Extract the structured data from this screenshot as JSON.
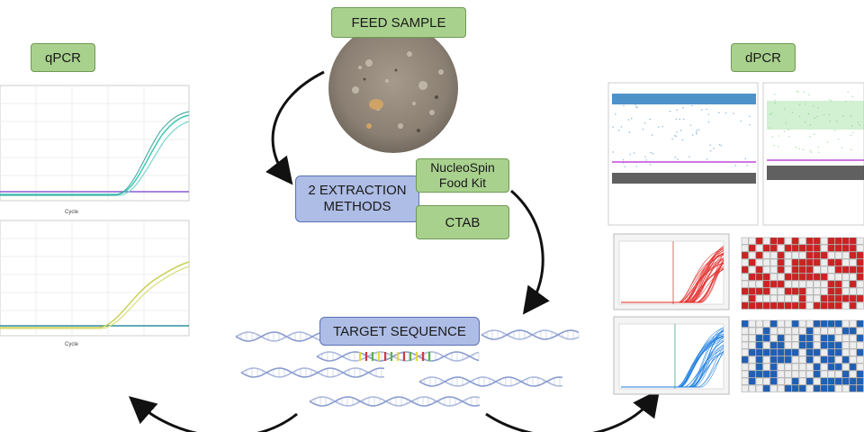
{
  "labels": {
    "feed_sample": "FEED SAMPLE",
    "qpcr": "qPCR",
    "dpcr": "dPCR",
    "extraction_methods_line1": "2 EXTRACTION",
    "extraction_methods_line2": "METHODS",
    "kit_line1": "NucleoSpin",
    "kit_line2": "Food Kit",
    "ctab": "CTAB",
    "target_sequence": "TARGET SEQUENCE"
  },
  "qpcr_plots": {
    "xlabel": "Cycle",
    "top": {
      "curve_color": "#3fc7b3",
      "threshold_color": "#8a5cd6"
    },
    "bottom": {
      "curve_color": "#c9cf55",
      "threshold_color": "#2f8fa0"
    }
  },
  "dpcr_panels": {
    "scatter_left_color": "#2f7fc1",
    "scatter_right_color": "#7fd37f",
    "negative_color": "#444444",
    "threshold_color": "#c04ad8",
    "curves_red": "#e0201e",
    "curves_blue": "#1f7fe0",
    "grid_red": "#cc2222",
    "grid_blue": "#1f5fb5"
  },
  "colors": {
    "box_green": "#a9d18e",
    "box_blue": "#aebde6",
    "dna": "#8a9ccf",
    "highlight": [
      "#e3dc3a",
      "#d23c3c",
      "#5fb04a"
    ]
  }
}
